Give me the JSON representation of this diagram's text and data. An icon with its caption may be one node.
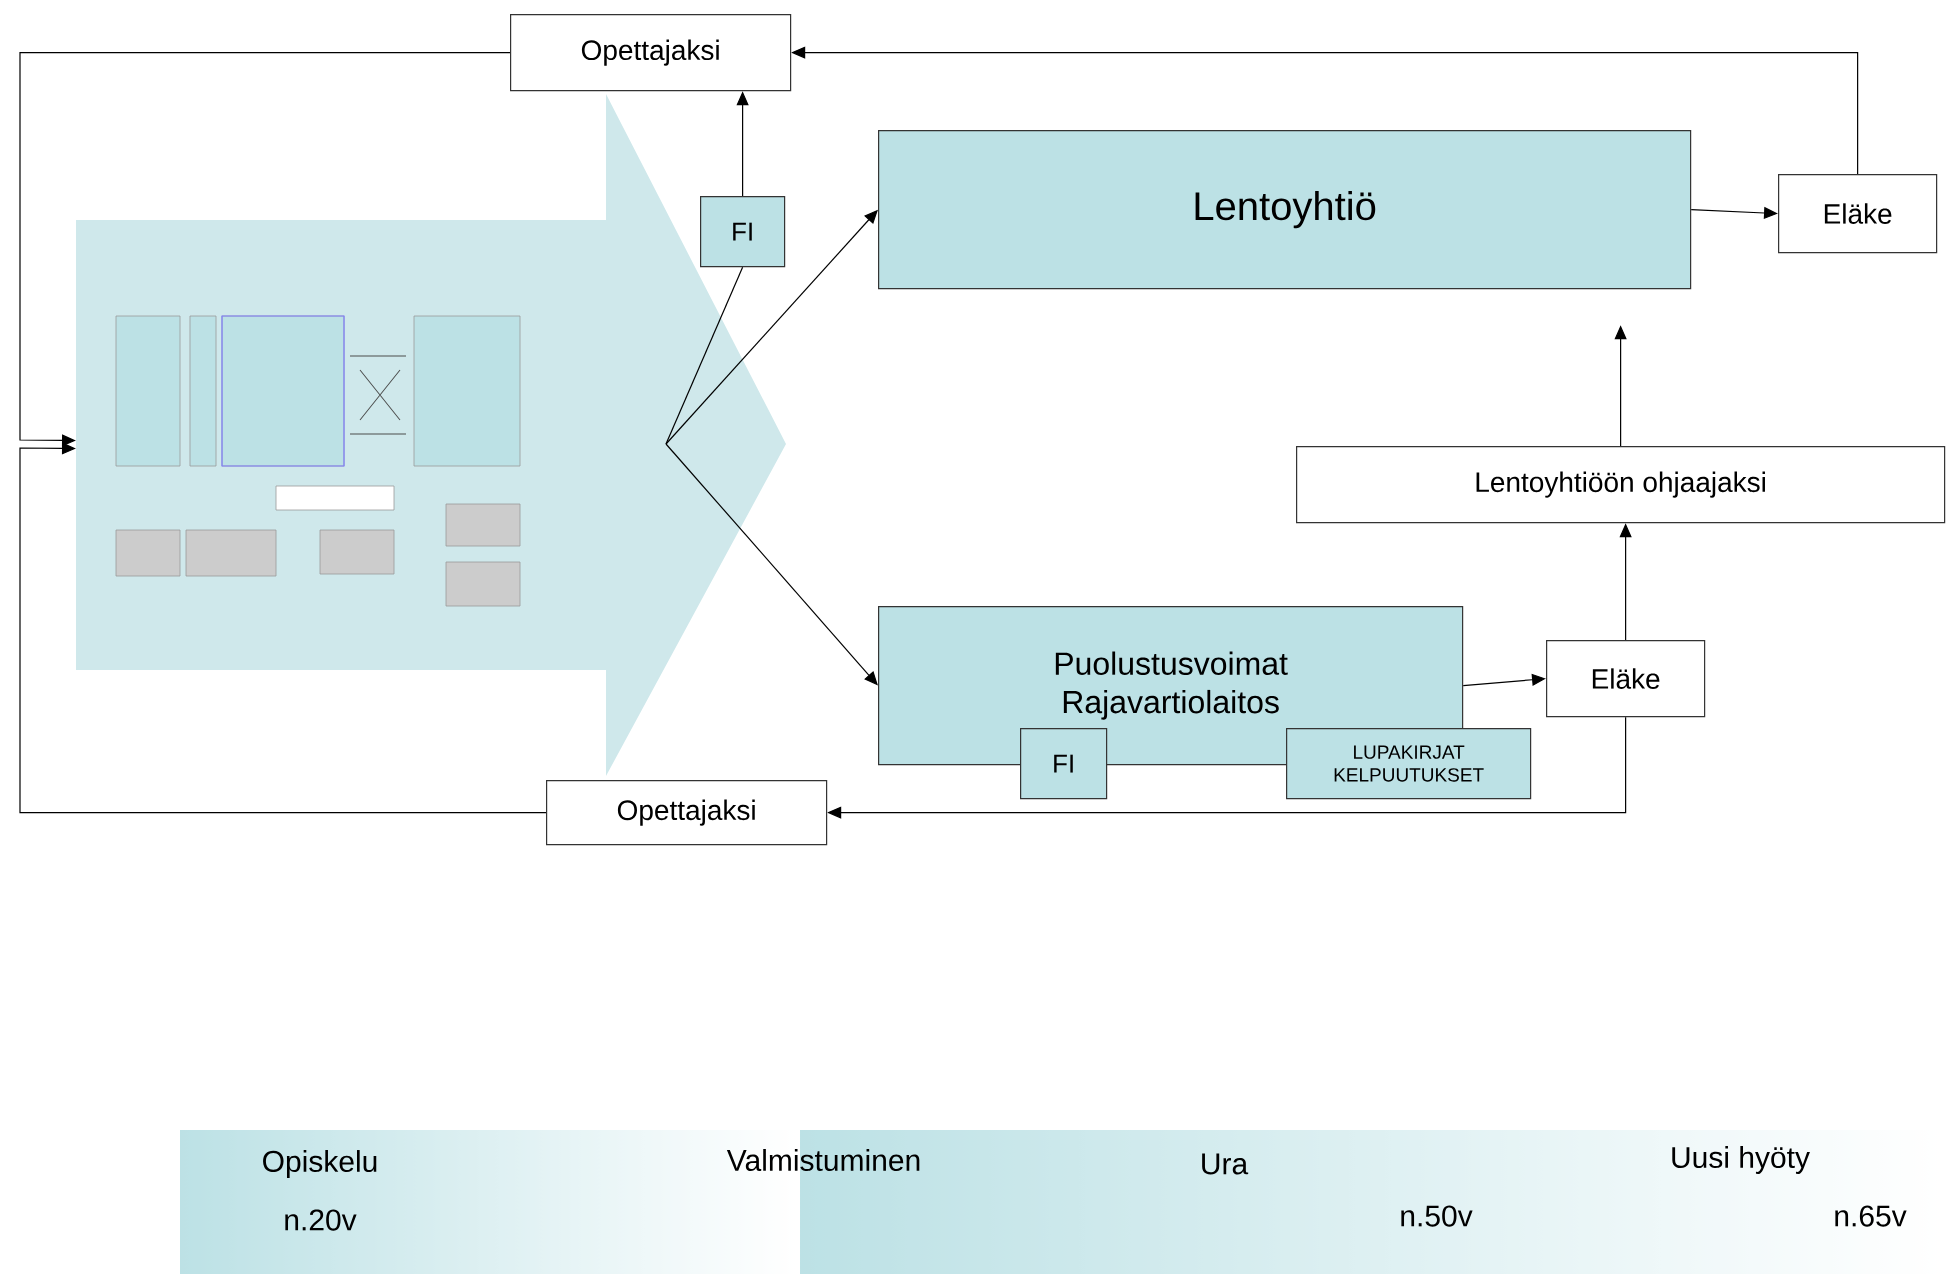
{
  "diagram": {
    "nodes": [
      {
        "text": [
          "Opettajaksi"
        ]
      },
      {
        "text": [],
        "shape": "arrow"
      },
      {
        "text": [],
        "shape": "picture",
        "in": 1
      },
      {
        "text": [
          "FI"
        ]
      },
      {
        "text": [
          "Lentoyhtiö"
        ]
      },
      {
        "text": [
          "Eläke"
        ]
      },
      {
        "text": [
          "Lentoyhtiöön ohjaajaksi"
        ]
      },
      {
        "text": [
          "Puolustusvoimat Rajavartiolaitos"
        ]
      },
      {
        "text": [
          "FI"
        ]
      },
      {
        "text": [
          "LUPAKIRJAT KELPUUTUKSET"
        ]
      },
      {
        "text": [
          "Eläke"
        ]
      },
      {
        "text": [
          "Opettajaksi"
        ]
      },
      {
        "text": [
          "Opiskelu",
          "n.20v"
        ]
      },
      {
        "text": [
          "Ura",
          "Uusi hyöty",
          "n.50v",
          "n.65v"
        ]
      }
    ],
    "edges": [
      {
        "from": 0,
        "to": 1,
        "arrow": "to"
      },
      {
        "from": 11,
        "to": 1,
        "arrow": "to"
      },
      {
        "from": null,
        "to": 3,
        "arrow": "none"
      },
      {
        "from": null,
        "to": 4,
        "arrow": "to"
      },
      {
        "from": null,
        "to": 7,
        "arrow": "to"
      },
      {
        "from": 3,
        "to": 0,
        "arrow": "to"
      },
      {
        "from": 4,
        "to": 5,
        "arrow": "to"
      },
      {
        "from": 5,
        "to": 0,
        "arrow": "to"
      },
      {
        "from": 7,
        "to": 10,
        "arrow": "to"
      },
      {
        "from": 10,
        "to": 6,
        "arrow": "to"
      },
      {
        "from": 6,
        "to": 4,
        "arrow": "to"
      },
      {
        "from": 10,
        "to": 11,
        "arrow": "to"
      }
    ],
    "labels": [
      "Valmistuminen"
    ]
  }
}
